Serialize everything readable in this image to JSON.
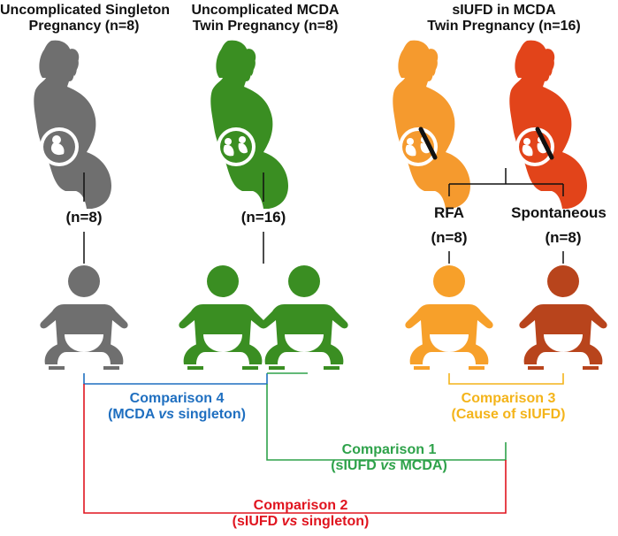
{
  "colors": {
    "singleton": "#6f6f6f",
    "mcda": "#3a8e22",
    "rfa_mother": "#f59a2e",
    "spont_mother": "#e2441a",
    "rfa_baby": "#f7a02a",
    "spont_baby": "#b8441c",
    "comparison1": "#2ea24a",
    "comparison2": "#e0141f",
    "comparison3": "#f4b41a",
    "comparison4": "#1f6fc0"
  },
  "groups": {
    "singleton": {
      "title_line1": "Uncomplicated Singleton",
      "title_line2": "Pregnancy (n=8)",
      "offspring_count": "(n=8)"
    },
    "mcda": {
      "title_line1": "Uncomplicated MCDA",
      "title_line2": "Twin Pregnancy (n=8)",
      "offspring_count": "(n=16)"
    },
    "siufd": {
      "title_line1": "sIUFD in MCDA",
      "title_line2": "Twin Pregnancy (n=16)"
    }
  },
  "subgroups": {
    "rfa": {
      "label": "RFA",
      "count": "(n=8)"
    },
    "spontaneous": {
      "label": "Spontaneous",
      "count": "(n=8)"
    }
  },
  "comparisons": {
    "c4": {
      "title": "Comparison 4",
      "open": "(",
      "a": "MCDA ",
      "vs": "vs",
      "b": " singleton)"
    },
    "c3": {
      "title": "Comparison 3",
      "line2": "(Cause of sIUFD)"
    },
    "c1": {
      "title": "Comparison 1",
      "open": "(",
      "a": "sIUFD ",
      "vs": "vs",
      "b": " MCDA)"
    },
    "c2": {
      "title": "Comparison 2",
      "open": "(",
      "a": "sIUFD ",
      "vs": "vs",
      "b": " singleton)"
    }
  },
  "icons": [
    "pregnant-woman-icon",
    "fetus-icon",
    "twin-fetuses-icon",
    "baby-icon"
  ]
}
